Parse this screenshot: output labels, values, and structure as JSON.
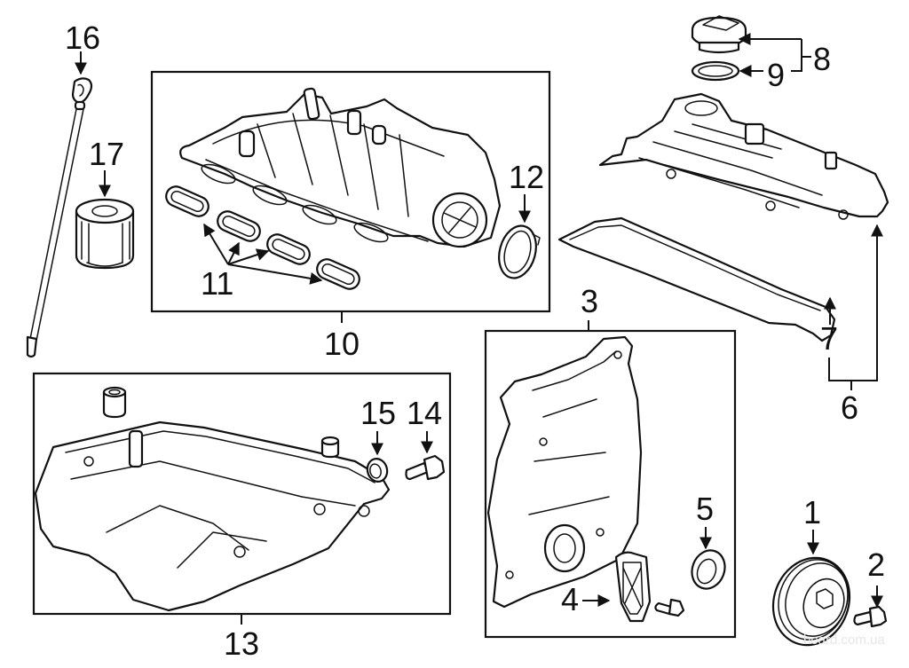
{
  "diagram": {
    "callouts": {
      "c1": "1",
      "c2": "2",
      "c3": "3",
      "c4": "4",
      "c5": "5",
      "c6": "6",
      "c7": "7",
      "c8": "8",
      "c9": "9",
      "c10": "10",
      "c11": "11",
      "c12": "12",
      "c13": "13",
      "c14": "14",
      "c15": "15",
      "c16": "16",
      "c17": "17"
    },
    "watermark": "board.com.ua",
    "colors": {
      "line": "#111111",
      "background": "#ffffff"
    }
  }
}
